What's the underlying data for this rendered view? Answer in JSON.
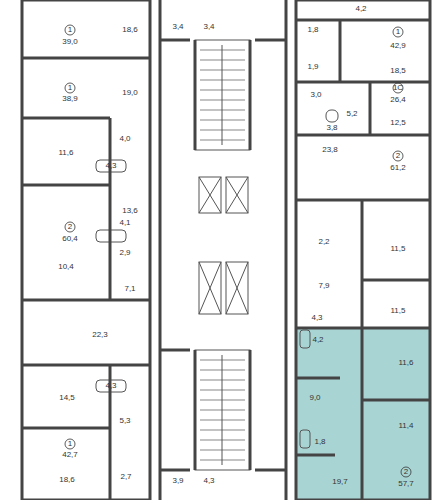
{
  "diagram": {
    "labels": [
      "1",
      "39,0",
      "18,6",
      "1",
      "38,9",
      "19,0",
      "4,0",
      "11,6",
      "4,3",
      "2",
      "60,4",
      "13,6",
      "4,1",
      "2,9",
      "10,4",
      "7,1",
      "22,3",
      "14,5",
      "4,3",
      "5,3",
      "1",
      "42,7",
      "18,6",
      "2,7",
      "3,4",
      "3,4",
      "3,9",
      "4,3",
      "4,2",
      "1,8",
      "1",
      "42,9",
      "18,5",
      "1,9",
      "3,0",
      "1С",
      "26,4",
      "5,2",
      "3,8",
      "12,5",
      "23,8",
      "2",
      "61,2",
      "2,2",
      "11,5",
      "7,9",
      "11,5",
      "4,3",
      "4,2",
      "11,6",
      "9,0",
      "11,4",
      "1,8",
      "19,7",
      "2",
      "57,7"
    ]
  }
}
